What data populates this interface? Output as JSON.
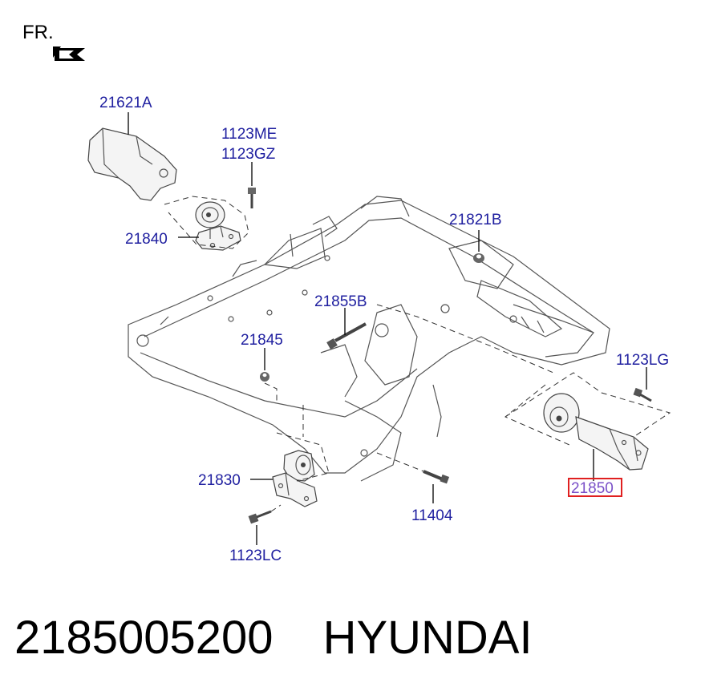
{
  "direction_label": "FR.",
  "labels": {
    "p21621A": "21621A",
    "p1123ME": "1123ME",
    "p1123GZ": "1123GZ",
    "p21840": "21840",
    "p21821B": "21821B",
    "p21855B": "21855B",
    "p21845": "21845",
    "p1123LG": "1123LG",
    "p21830": "21830",
    "p21850": "21850",
    "p11404": "11404",
    "p1123LC": "1123LC"
  },
  "highlight_color": "#e02020",
  "label_color": "#2020a0",
  "caption": {
    "part_number": "2185005200",
    "brand": "HYUNDAI"
  }
}
